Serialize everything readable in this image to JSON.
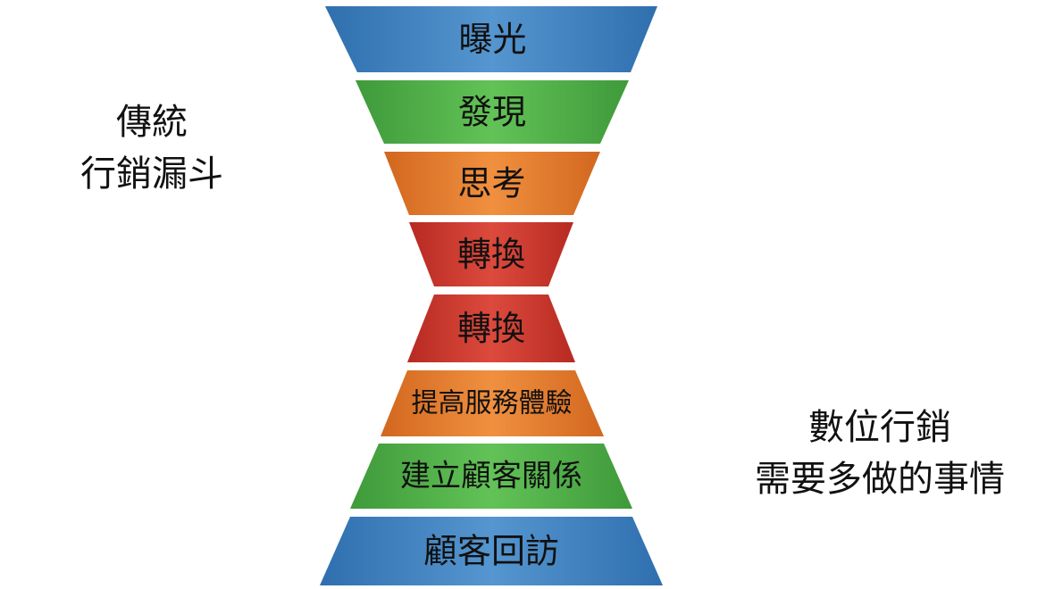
{
  "left_label": {
    "line1": "傳統",
    "line2": "行銷漏斗"
  },
  "right_label": {
    "line1": "數位行銷",
    "line2": "需要多做的事情"
  },
  "stages": [
    {
      "label": "曝光",
      "color": "blue"
    },
    {
      "label": "發現",
      "color": "green"
    },
    {
      "label": "思考",
      "color": "orange"
    },
    {
      "label": "轉換",
      "color": "red"
    },
    {
      "label": "轉換",
      "color": "red"
    },
    {
      "label": "提高服務體驗",
      "color": "orange"
    },
    {
      "label": "建立顧客關係",
      "color": "green"
    },
    {
      "label": "顧客回訪",
      "color": "blue"
    }
  ],
  "colors": {
    "blue": {
      "edge": "#2f6fae",
      "mid": "#5596d0"
    },
    "green": {
      "edge": "#3f9a3a",
      "mid": "#62c257"
    },
    "orange": {
      "edge": "#d2671f",
      "mid": "#f0903f"
    },
    "red": {
      "edge": "#b72a22",
      "mid": "#dc4a3d"
    }
  }
}
